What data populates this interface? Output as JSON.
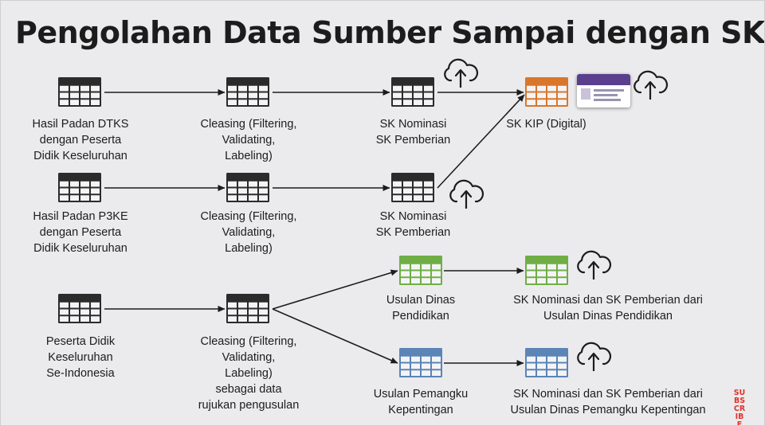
{
  "title": "Pengolahan Data Sumber Sampai dengan SK",
  "colors": {
    "neutral_table": "#2b2b2b",
    "orange_table": "#d9762c",
    "green_table": "#6fae46",
    "blue_table": "#5b84b7",
    "card_band": "#5b3f8f",
    "subscribe": "#e0332b"
  },
  "rows": {
    "dtks": {
      "source": "Hasil Padan DTKS\ndengan Peserta\nDidik Keseluruhan",
      "cleansing": "Cleasing (Filtering,\nValidating,\nLabeling)",
      "output": "SK Nominasi\nSK Pemberian"
    },
    "p3ke": {
      "source": "Hasil Padan P3KE\ndengan Peserta\nDidik Keseluruhan",
      "cleansing": "Cleasing (Filtering,\nValidating,\nLabeling)",
      "output": "SK Nominasi\nSK Pemberian"
    },
    "national": {
      "source": "Peserta Didik\nKeseluruhan\nSe-Indonesia",
      "cleansing": "Cleasing (Filtering,\nValidating,\nLabeling)\nsebagai data\nrujukan pengusulan"
    }
  },
  "kip": {
    "label": "SK KIP (Digital)"
  },
  "branches": {
    "dinas": {
      "proposal": "Usulan Dinas\nPendidikan",
      "result": "SK Nominasi dan SK Pemberian dari\nUsulan Dinas Pendidikan"
    },
    "pemangku": {
      "proposal": "Usulan Pemangku\nKepentingan",
      "result": "SK Nominasi dan SK Pemberian dari\nUsulan Dinas Pemangku Kepentingan"
    }
  },
  "icons": {
    "table": "table-icon",
    "cloud_upload": "cloud-upload-icon",
    "card": "kip-card-icon"
  },
  "watermark": "SUBSCRIBE"
}
